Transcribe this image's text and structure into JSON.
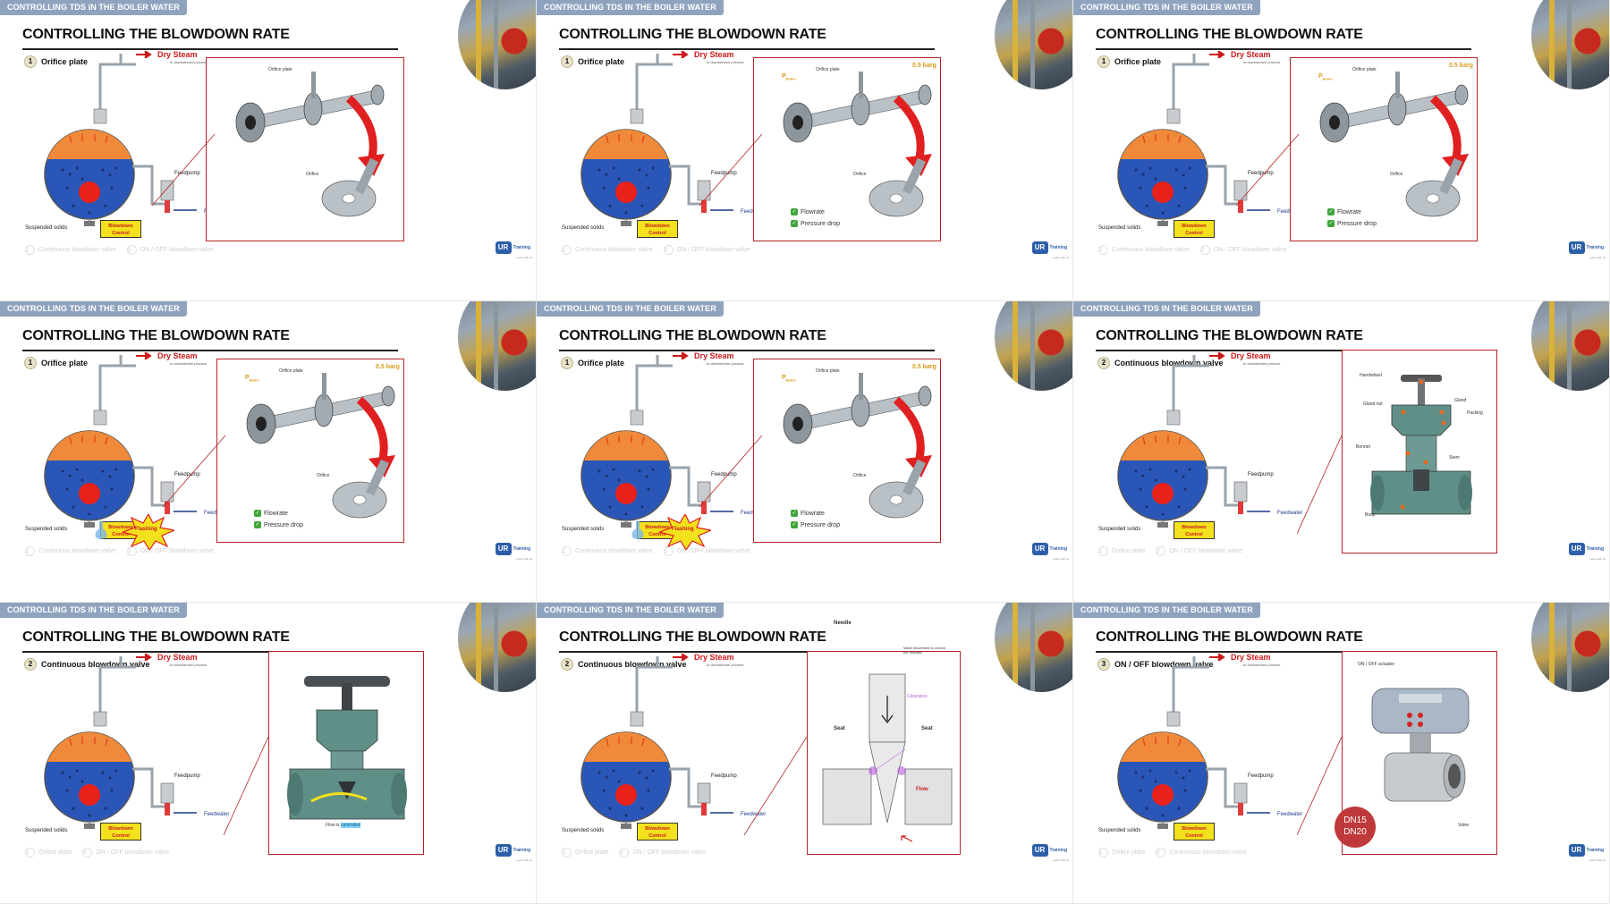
{
  "slides": [
    {
      "tag": "CONTROLLING TDS IN THE BOILER WATER",
      "title": "CONTROLLING THE BLOWDOWN RATE",
      "step_num": "1",
      "step_label": "Orifice plate",
      "variant": "orifice-1",
      "footer": [
        {
          "num": "2",
          "label": "Continuous blowdown valve"
        },
        {
          "num": "3",
          "label": "ON / OFF blowdown valve"
        }
      ]
    },
    {
      "tag": "CONTROLLING TDS IN THE BOILER WATER",
      "title": "CONTROLLING THE BLOWDOWN RATE",
      "step_num": "1",
      "step_label": "Orifice plate",
      "variant": "orifice-2",
      "footer": [
        {
          "num": "2",
          "label": "Continuous blowdown valve"
        },
        {
          "num": "3",
          "label": "ON / OFF blowdown valve"
        }
      ]
    },
    {
      "tag": "CONTROLLING TDS IN THE BOILER WATER",
      "title": "CONTROLLING THE BLOWDOWN RATE",
      "step_num": "1",
      "step_label": "Orifice plate",
      "variant": "orifice-2",
      "footer": [
        {
          "num": "2",
          "label": "Continuous blowdown valve"
        },
        {
          "num": "3",
          "label": "ON / OFF blowdown valve"
        }
      ]
    },
    {
      "tag": "CONTROLLING TDS IN THE BOILER WATER",
      "title": "CONTROLLING THE BLOWDOWN RATE",
      "step_num": "1",
      "step_label": "Orifice plate",
      "variant": "orifice-3",
      "footer": [
        {
          "num": "2",
          "label": "Continuous blowdown valve"
        },
        {
          "num": "3",
          "label": "ON / OFF blowdown valve"
        }
      ]
    },
    {
      "tag": "CONTROLLING TDS IN THE BOILER WATER",
      "title": "CONTROLLING THE BLOWDOWN RATE",
      "step_num": "1",
      "step_label": "Orifice plate",
      "variant": "orifice-3",
      "footer": [
        {
          "num": "2",
          "label": "Continuous blowdown valve"
        },
        {
          "num": "3",
          "label": "ON / OFF blowdown valve"
        }
      ]
    },
    {
      "tag": "CONTROLLING TDS IN THE BOILER WATER",
      "title": "CONTROLLING THE BLOWDOWN RATE",
      "step_num": "2",
      "step_label": "Continuous blowdown valve",
      "variant": "valve-parts",
      "footer": [
        {
          "num": "1",
          "label": "Orifice plate"
        },
        {
          "num": "3",
          "label": "ON / OFF blowdown valve"
        }
      ]
    },
    {
      "tag": "CONTROLLING TDS IN THE BOILER WATER",
      "title": "CONTROLLING THE BLOWDOWN RATE",
      "step_num": "2",
      "step_label": "Continuous blowdown valve",
      "variant": "valve-cut",
      "footer": [
        {
          "num": "1",
          "label": "Orifice plate"
        },
        {
          "num": "3",
          "label": "ON / OFF blowdown valve"
        }
      ]
    },
    {
      "tag": "CONTROLLING TDS IN THE BOILER WATER",
      "title": "CONTROLLING THE BLOWDOWN RATE",
      "step_num": "2",
      "step_label": "Continuous blowdown valve",
      "variant": "needle",
      "footer": [
        {
          "num": "1",
          "label": "Orifice plate"
        },
        {
          "num": "3",
          "label": "ON / OFF blowdown valve"
        }
      ]
    },
    {
      "tag": "CONTROLLING TDS IN THE BOILER WATER",
      "title": "CONTROLLING THE BLOWDOWN RATE",
      "step_num": "3",
      "step_label": "ON / OFF blowdown valve",
      "variant": "onoff",
      "footer": [
        {
          "num": "1",
          "label": "Orifice plate"
        },
        {
          "num": "2",
          "label": "Continuous blowdown valve"
        }
      ]
    }
  ],
  "common": {
    "dry_steam": "Dry Steam",
    "dry_steam_sub": "to downstream process",
    "feedpump": "Feedpump",
    "feedwater": "Feedwater",
    "suspended_solids": "Suspended solids",
    "blowdown_control_1": "Blowdown",
    "blowdown_control_2": "Control",
    "flashing": "Flashing",
    "logo_mark": "UR",
    "logo_text": "Training",
    "logo_sub": "Learn with us"
  },
  "orifice": {
    "orifice_plate": "Orifice plate",
    "orifice": "Orifice",
    "p_boiler": "P",
    "p_boiler_sub": "Boiler",
    "barg": "0.5 barg",
    "flowrate": "Flowrate",
    "pressure_drop": "Pressure drop"
  },
  "valve_parts": {
    "handwheel": "Handwheel",
    "gland_nut": "Gland nut",
    "gland": "Gland",
    "packing": "Packing",
    "bonnet": "Bonnet",
    "stem": "Stem",
    "body": "Body"
  },
  "valve_cut": {
    "flow_is": "Flow is",
    "flow_highlight": "controlled"
  },
  "needle": {
    "needle": "Needle",
    "movement": "Valve movement to control the flowrate",
    "clearance": "Clearance",
    "seat_left": "Seat",
    "seat_right": "Seat",
    "flow": "Flow"
  },
  "onoff": {
    "actuator": "ON / OFF actuator",
    "valve": "Valve",
    "dn1": "DN15",
    "dn2": "DN20"
  },
  "colors": {
    "tag_bg": "#8fa3bf",
    "water": "#2a56b8",
    "steam": "#f08a3a",
    "red": "#cc1a1a",
    "panel_border": "#b52424",
    "yellow": "#f3e11d"
  }
}
